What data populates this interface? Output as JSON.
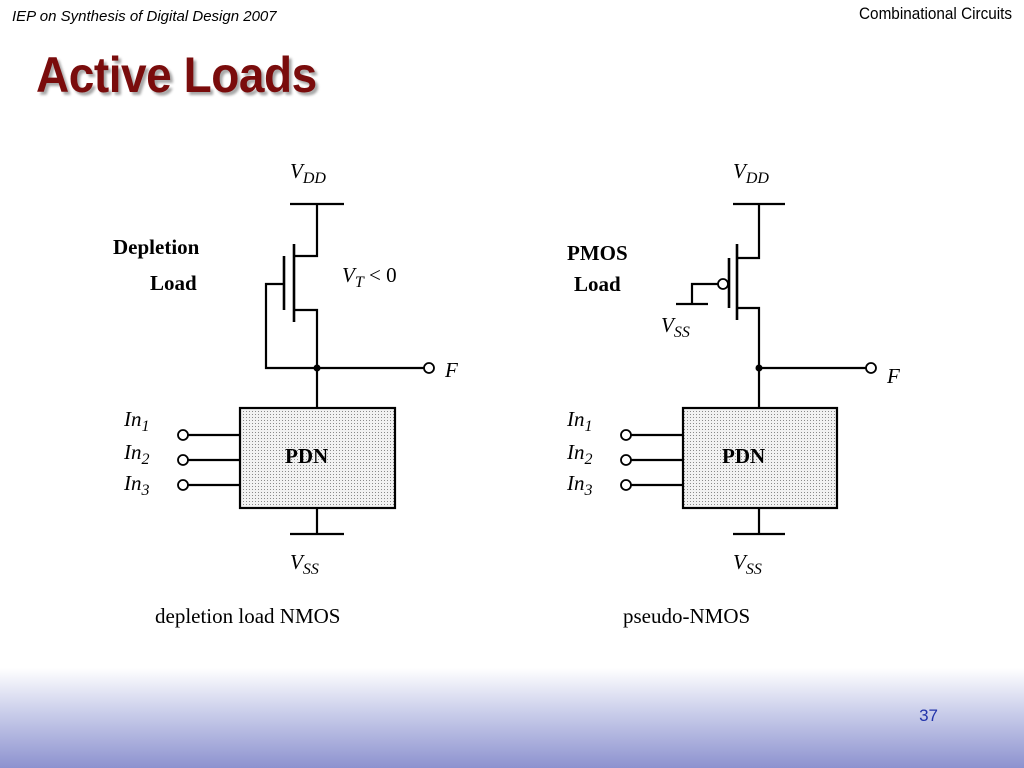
{
  "header": {
    "course": "IEP on Synthesis of Digital Design 2007",
    "section": "Combinational Circuits"
  },
  "slide": {
    "title": "Active Loads",
    "page_number": "37"
  },
  "circuits": {
    "left": {
      "supply": {
        "base": "V",
        "sub": "DD"
      },
      "ground": {
        "base": "V",
        "sub": "SS"
      },
      "load_label_1": "Depletion",
      "load_label_2": "Load",
      "threshold": {
        "base": "V",
        "sub": "T",
        "rest": " < 0"
      },
      "output": "F",
      "block": "PDN",
      "inputs": [
        {
          "base": "In",
          "sub": "1"
        },
        {
          "base": "In",
          "sub": "2"
        },
        {
          "base": "In",
          "sub": "3"
        }
      ],
      "caption": "depletion load NMOS"
    },
    "right": {
      "supply": {
        "base": "V",
        "sub": "DD"
      },
      "ground": {
        "base": "V",
        "sub": "SS"
      },
      "gate_supply": {
        "base": "V",
        "sub": "SS"
      },
      "load_label_1": "PMOS",
      "load_label_2": "Load",
      "output": "F",
      "block": "PDN",
      "inputs": [
        {
          "base": "In",
          "sub": "1"
        },
        {
          "base": "In",
          "sub": "2"
        },
        {
          "base": "In",
          "sub": "3"
        }
      ],
      "caption": "pseudo-NMOS"
    }
  },
  "colors": {
    "title": "#7a0c0c",
    "page_number": "#2233aa",
    "pdn_fill": "#e4e4e4"
  }
}
